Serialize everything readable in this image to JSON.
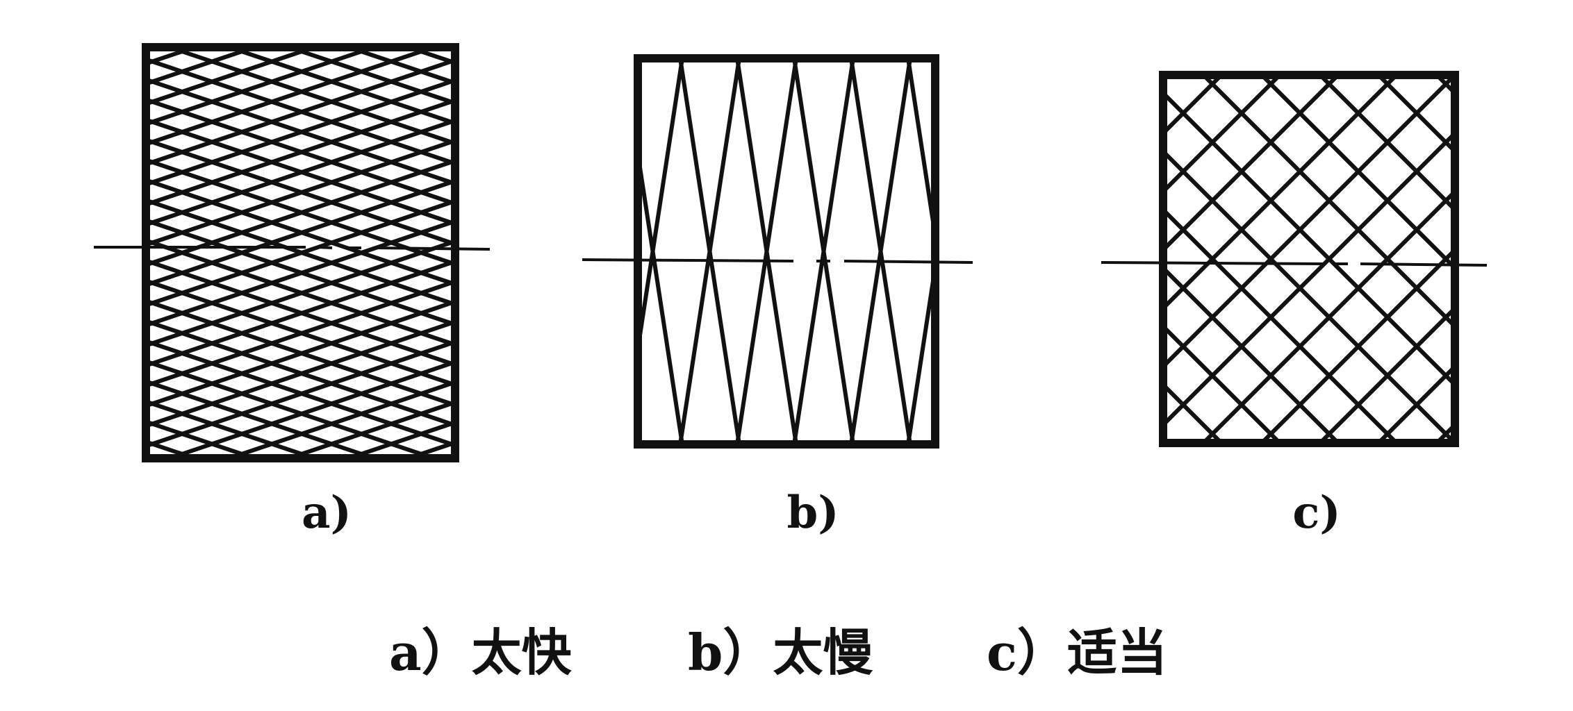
{
  "panels": [
    {
      "id": "a",
      "label": "a)"
    },
    {
      "id": "b",
      "label": "b)"
    },
    {
      "id": "c",
      "label": "c)"
    }
  ],
  "caption": {
    "part_a": "a）太快",
    "part_b": "b）太慢",
    "part_c": "c）适当"
  },
  "colors": {
    "ink": "#111111",
    "background": "#ffffff"
  }
}
